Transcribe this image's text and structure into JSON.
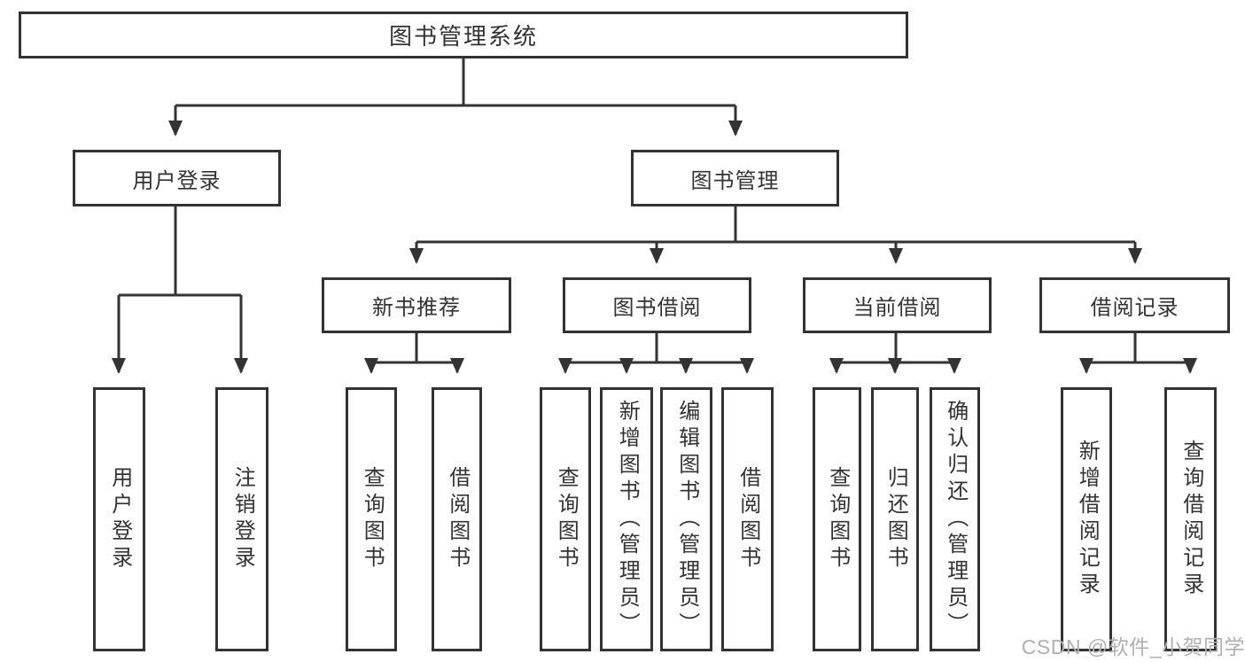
{
  "watermark": "CSDN @软件_小贺同学",
  "colors": {
    "line": "#333333",
    "box_border": "#333333",
    "text": "#333333",
    "watermark": "#b0b0b0",
    "background": "#ffffff"
  },
  "tree": {
    "label": "图书管理系统",
    "children": [
      {
        "label": "用户登录",
        "children": [
          {
            "label": "用户登录"
          },
          {
            "label": "注销登录"
          }
        ]
      },
      {
        "label": "图书管理",
        "children": [
          {
            "label": "新书推荐",
            "children": [
              {
                "label": "查询图书"
              },
              {
                "label": "借阅图书"
              }
            ]
          },
          {
            "label": "图书借阅",
            "children": [
              {
                "label": "查询图书"
              },
              {
                "label": "新增图书（管理员）"
              },
              {
                "label": "编辑图书（管理员）"
              },
              {
                "label": "借阅图书"
              }
            ]
          },
          {
            "label": "当前借阅",
            "children": [
              {
                "label": "查询图书"
              },
              {
                "label": "归还图书"
              },
              {
                "label": "确认归还（管理员）"
              }
            ]
          },
          {
            "label": "借阅记录",
            "children": [
              {
                "label": "新增借阅记录"
              },
              {
                "label": "查询借阅记录"
              }
            ]
          }
        ]
      }
    ]
  }
}
